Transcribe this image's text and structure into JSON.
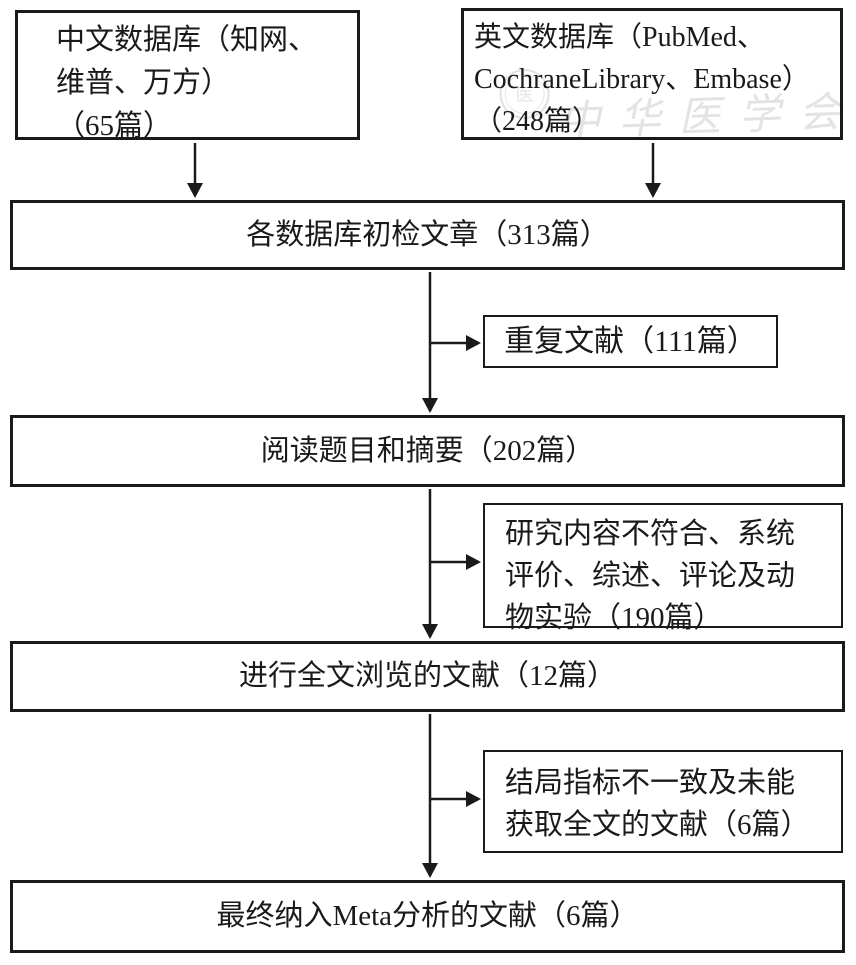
{
  "diagram": {
    "nodes": {
      "cn_db": {
        "text": "中文数据库（知网、\n维普、万方）\n（65篇）"
      },
      "en_db": {
        "text": "英文数据库（PubMed、\nCochraneLibrary、Embase）\n（248篇）"
      },
      "initial": {
        "text": "各数据库初检文章（313篇）"
      },
      "duplicates": {
        "text": "重复文献（111篇）"
      },
      "title_abstract": {
        "text": "阅读题目和摘要（202篇）"
      },
      "excluded_1": {
        "text": "研究内容不符合、系统\n评价、综述、评论及动\n物实验（190篇）"
      },
      "full_text": {
        "text": "进行全文浏览的文献（12篇）"
      },
      "excluded_2": {
        "text": "结局指标不一致及未能\n获取全文的文献（6篇）"
      },
      "final": {
        "text": "最终纳入Meta分析的文献（6篇）"
      }
    },
    "watermark": {
      "text": "中华医学会"
    },
    "colors": {
      "line": "#1a1a1a",
      "background": "#ffffff",
      "watermark": "#c8c8c8"
    }
  }
}
